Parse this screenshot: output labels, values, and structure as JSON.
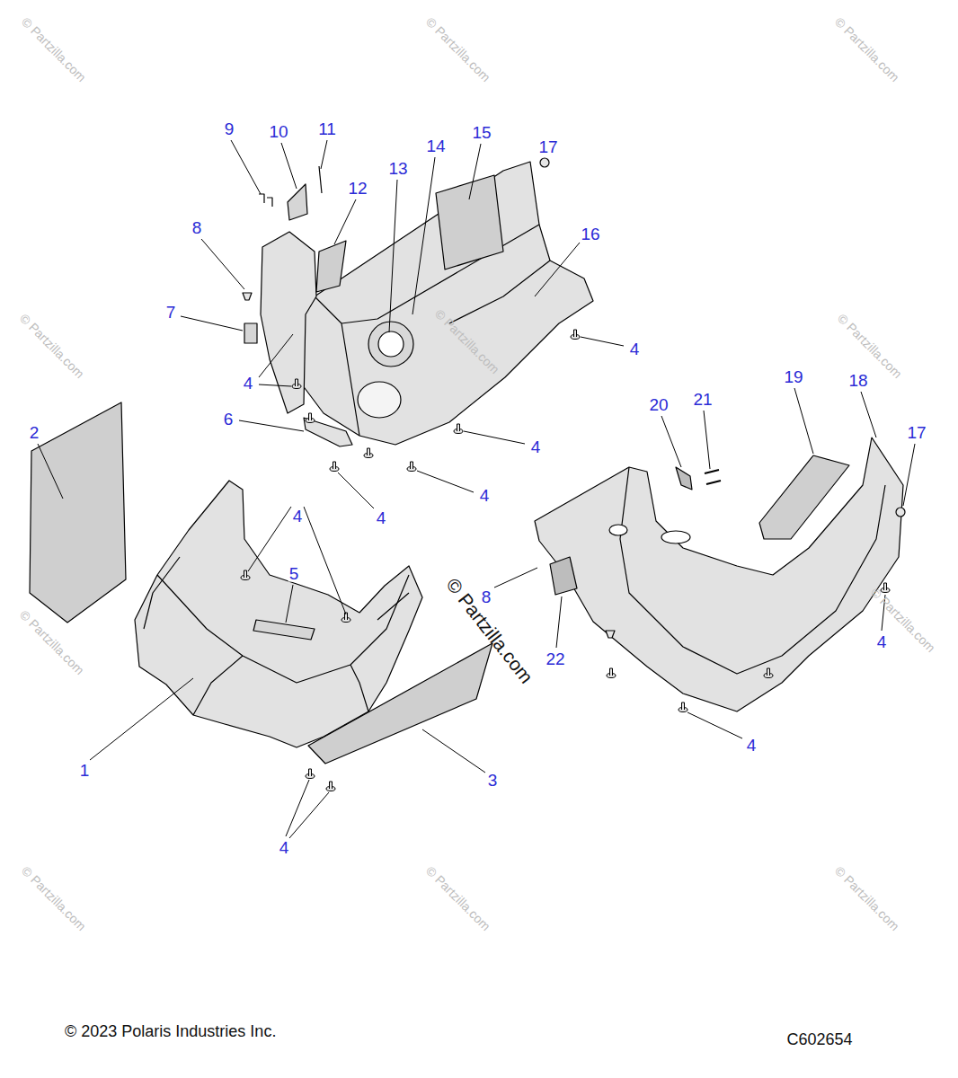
{
  "diagram": {
    "labels": [
      "© Partzilla.com",
      "© Partzilla.com",
      "© Partzilla.com",
      "9",
      "10",
      "11",
      "15",
      "14",
      "17",
      "13",
      "12",
      "8",
      "16",
      "© Partzilla.com",
      "© Partzilla.com",
      "© Partzilla.com",
      "7",
      "4",
      "4",
      "6",
      "4",
      "2",
      "19",
      "18",
      "20",
      "21",
      "17",
      "4",
      "4",
      "4",
      "5",
      "© Partzilla.com",
      "© Partzilla.com",
      "© Partzilla.com",
      "8",
      "22",
      "4",
      "1",
      "3",
      "4",
      "4",
      "© Partzilla.com",
      "© Partzilla.com",
      "© Partzilla.com",
      "© 2023 Polaris Industries Inc.",
      "C602654"
    ]
  }
}
